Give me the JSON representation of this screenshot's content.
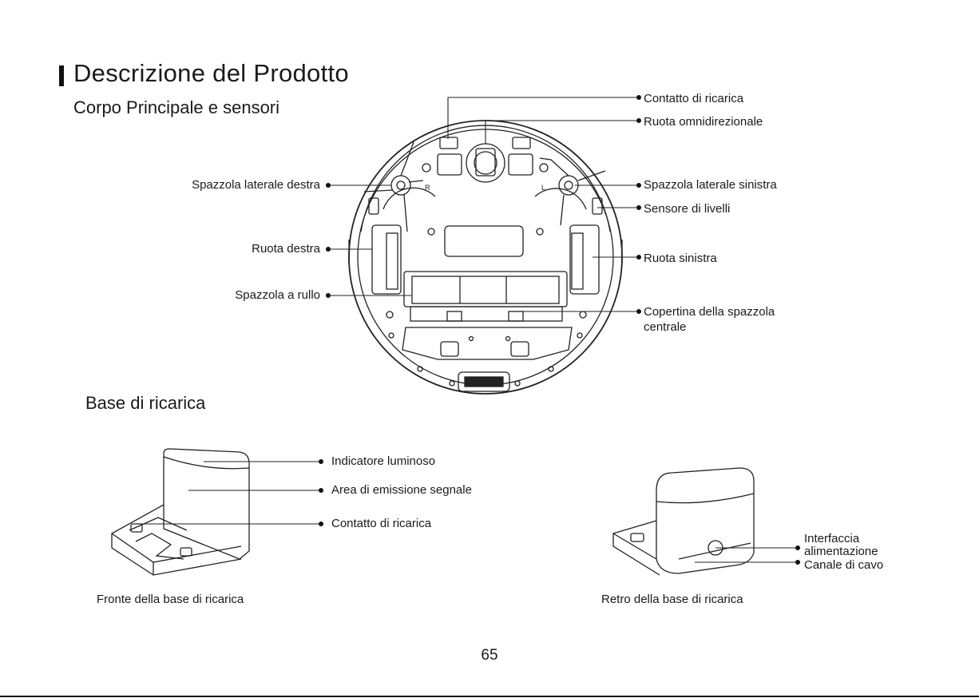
{
  "header": {
    "title": "Descrizione del Prodotto"
  },
  "main_body": {
    "section_title": "Corpo Principale e sensori",
    "labels_left": {
      "side_brush_right": "Spazzola laterale destra",
      "right_wheel": "Ruota destra",
      "roller_brush": "Spazzola a rullo"
    },
    "labels_right": {
      "charging_contact": "Contatto di ricarica",
      "omni_wheel": "Ruota omnidirezionale",
      "side_brush_left": "Spazzola laterale sinistra",
      "cliff_sensor": "Sensore di livelli",
      "left_wheel": "Ruota sinistra",
      "brush_cover_line1": "Copertina della spazzola",
      "brush_cover_line2": "centrale"
    },
    "wheel_marks": {
      "right": "R",
      "left": "L"
    }
  },
  "charging_base": {
    "section_title": "Base di ricarica",
    "front_labels": {
      "indicator": "Indicatore luminoso",
      "signal_area": "Area di emissione segnale",
      "charging_contact": "Contatto di ricarica"
    },
    "back_labels": {
      "power_interface_line1": "Interfaccia",
      "power_interface_line2": "alimentazione",
      "cable_channel": "Canale di cavo"
    },
    "front_caption": "Fronte della base di ricarica",
    "back_caption": "Retro della base di ricarica"
  },
  "footer": {
    "page_number": "65"
  }
}
